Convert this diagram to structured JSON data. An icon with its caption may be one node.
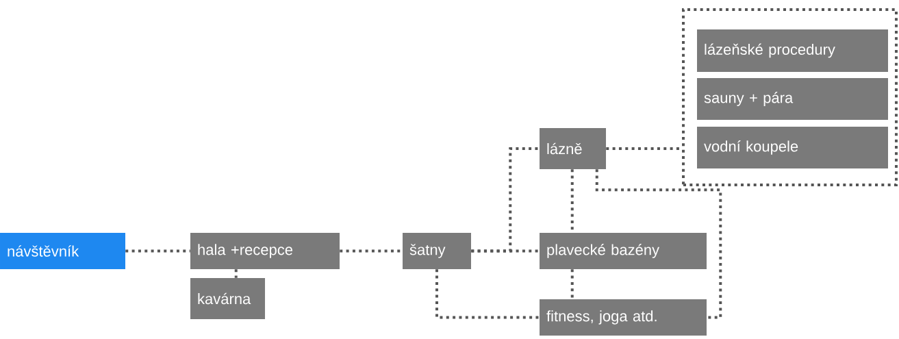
{
  "diagram": {
    "nodes": [
      {
        "text": [
          "návštěvník"
        ]
      },
      {
        "text": [
          "hala +recepce"
        ]
      },
      {
        "text": [
          "kavárna"
        ]
      },
      {
        "text": [
          "šatny"
        ]
      },
      {
        "text": [
          "lázně"
        ]
      },
      {
        "text": [
          "plavecké bazény"
        ]
      },
      {
        "text": [
          "fitness, joga atd."
        ]
      },
      {
        "text": [],
        "shape": "box"
      },
      {
        "text": [
          "lázeňské procedury"
        ],
        "in": 7
      },
      {
        "text": [
          "sauny + pára"
        ],
        "in": 7
      },
      {
        "text": [
          "vodní koupele"
        ],
        "in": 7
      }
    ],
    "edges": [
      {
        "from": 0,
        "to": 1,
        "arrow": "none"
      },
      {
        "from": 1,
        "to": 2,
        "arrow": "none"
      },
      {
        "from": 1,
        "to": 3,
        "arrow": "none"
      },
      {
        "from": 3,
        "to": 5,
        "arrow": "none"
      },
      {
        "from": 3,
        "to": 4,
        "arrow": "none"
      },
      {
        "from": 3,
        "to": 6,
        "arrow": "none"
      },
      {
        "from": 4,
        "to": 5,
        "arrow": "none"
      },
      {
        "from": 5,
        "to": 6,
        "arrow": "none"
      },
      {
        "from": 4,
        "to": 6,
        "arrow": "none"
      },
      {
        "from": 4,
        "to": 7,
        "arrow": "none"
      }
    ]
  }
}
